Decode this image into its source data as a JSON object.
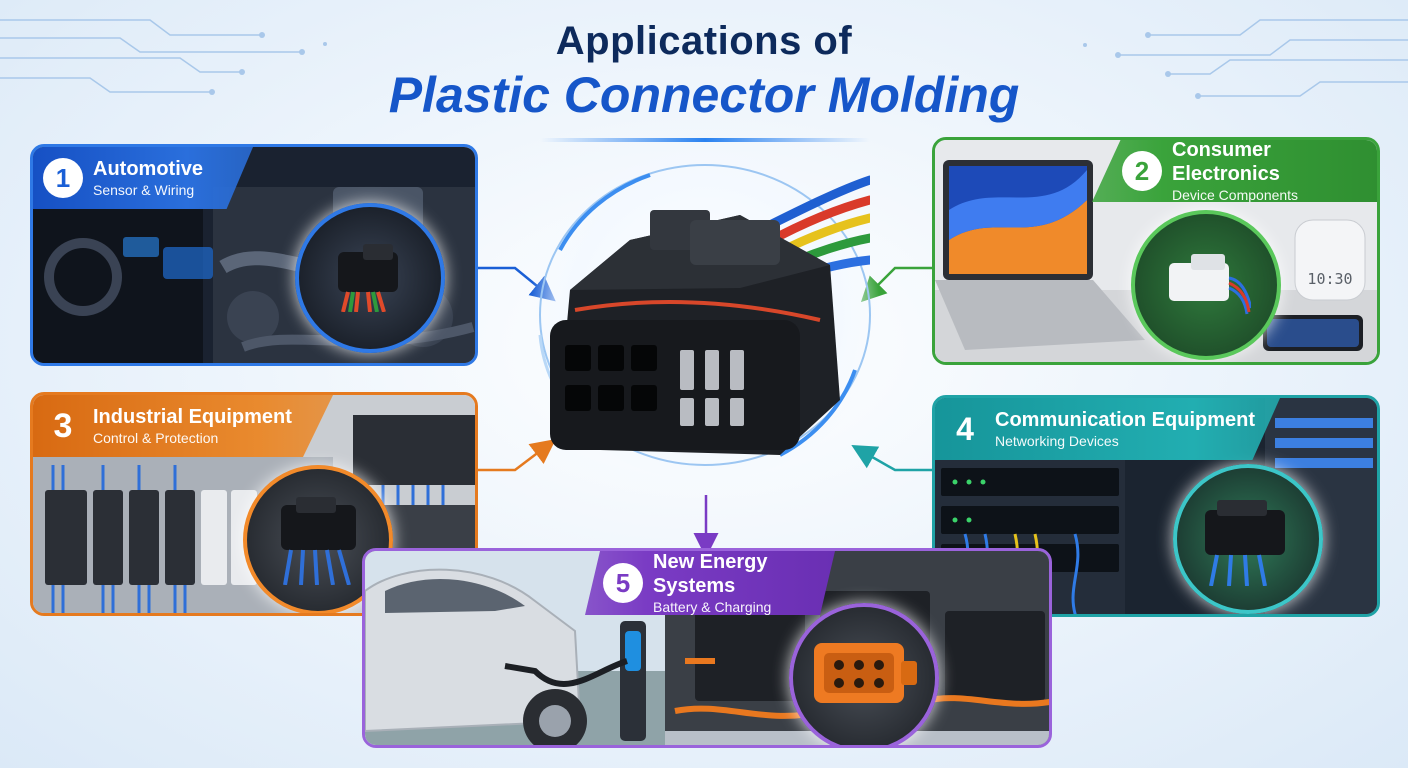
{
  "title": {
    "line1": "Applications of",
    "line2": "Plastic Connector Molding"
  },
  "applications": [
    {
      "number": "1",
      "name": "Automotive",
      "subtitle": "Sensor & Wiring",
      "color": "#1a5fd6"
    },
    {
      "number": "2",
      "name": "Consumer Electronics",
      "subtitle": "Device Components",
      "color": "#3aa33b"
    },
    {
      "number": "3",
      "name": "Industrial Equipment",
      "subtitle": "Control & Protection",
      "color": "#e57a1f"
    },
    {
      "number": "4",
      "name": "Communication Equipment",
      "subtitle": "Networking Devices",
      "color": "#1fa3a6"
    },
    {
      "number": "5",
      "name": "New Energy Systems",
      "subtitle": "Battery & Charging",
      "color": "#7a3bc4"
    }
  ],
  "device_clock": "10:30",
  "icons": [
    "connector-icon",
    "laptop-icon",
    "smart-speaker-icon",
    "phone-icon",
    "ev-car-icon",
    "charger-icon",
    "battery-pack-icon",
    "server-rack-icon",
    "control-cabinet-icon",
    "engine-icon"
  ]
}
